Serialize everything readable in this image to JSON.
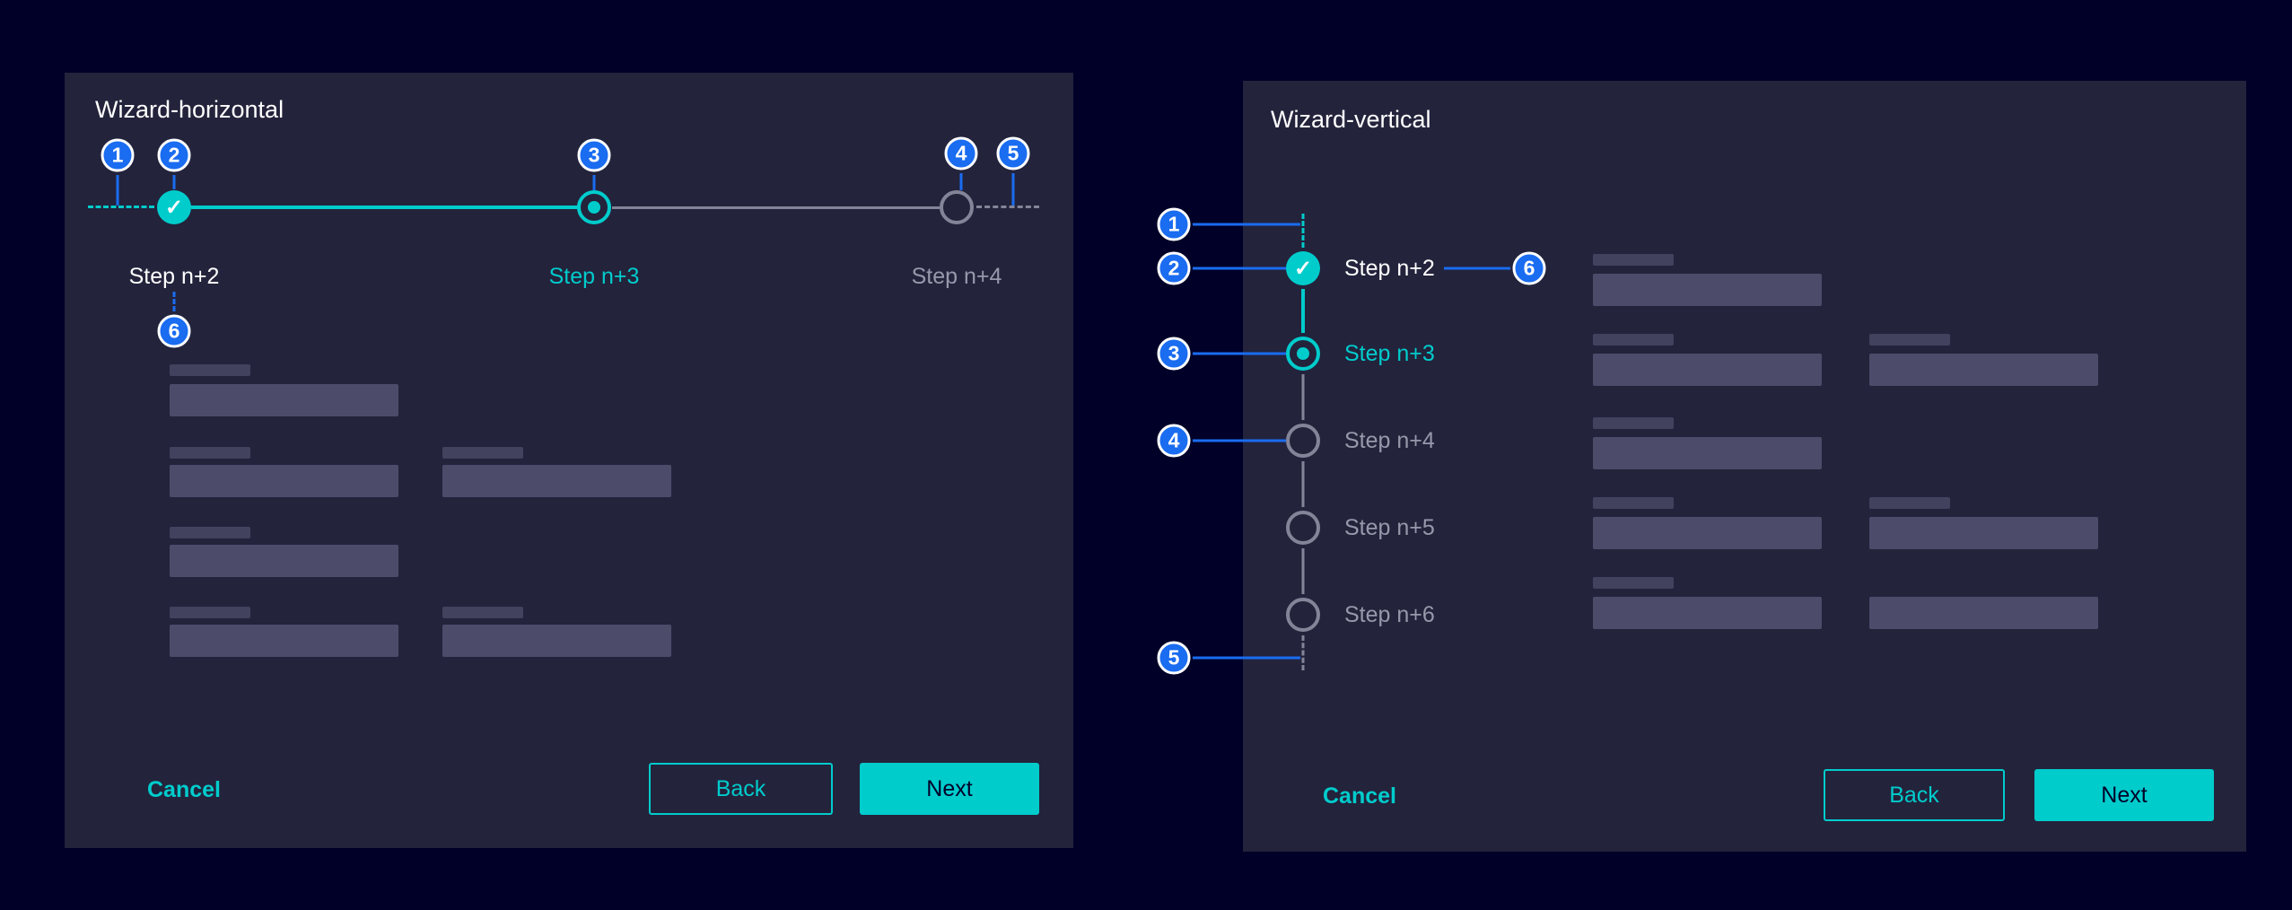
{
  "colors": {
    "page_bg": "#000028",
    "panel_bg": "#23233c",
    "accent_teal": "#00cccc",
    "annotation_blue": "#1a6cf0",
    "open_gray": "#848499"
  },
  "icons": {
    "check": "✓",
    "current_dot": "filled-dot",
    "open_circle": "outline-circle"
  },
  "horizontal": {
    "title": "Wizard-horizontal",
    "steps": [
      {
        "label": "Step n+2",
        "state": "done"
      },
      {
        "label": "Step n+3",
        "state": "current"
      },
      {
        "label": "Step n+4",
        "state": "open"
      }
    ],
    "annotations": [
      "1",
      "2",
      "3",
      "4",
      "5",
      "6"
    ],
    "footer": {
      "cancel": "Cancel",
      "back": "Back",
      "next": "Next"
    }
  },
  "vertical": {
    "title": "Wizard-vertical",
    "steps": [
      {
        "label": "Step n+2",
        "state": "done"
      },
      {
        "label": "Step n+3",
        "state": "current"
      },
      {
        "label": "Step n+4",
        "state": "open"
      },
      {
        "label": "Step n+5",
        "state": "open"
      },
      {
        "label": "Step n+6",
        "state": "open"
      }
    ],
    "annotations": [
      "1",
      "2",
      "3",
      "4",
      "5",
      "6"
    ],
    "footer": {
      "cancel": "Cancel",
      "back": "Back",
      "next": "Next"
    }
  }
}
